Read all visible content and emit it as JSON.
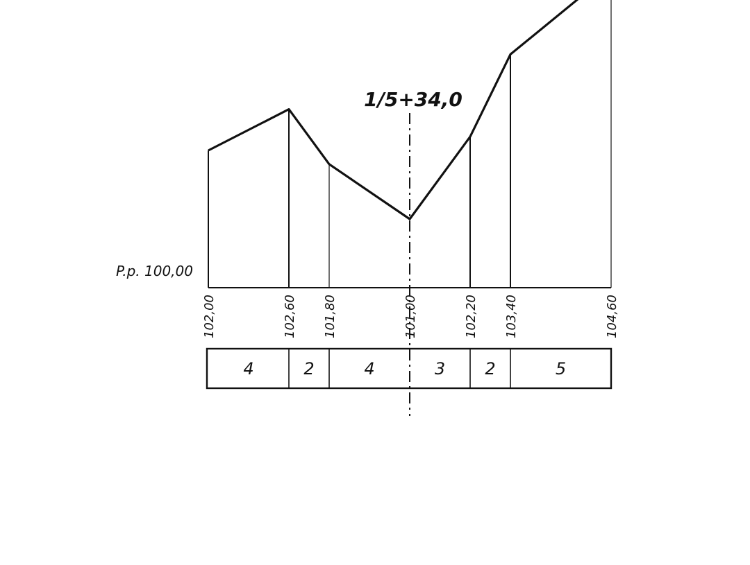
{
  "station": {
    "label": "1/5+34,0",
    "x": 101.0
  },
  "datum": {
    "label": "P.p. 100,00",
    "elevation": 100.0
  },
  "profile": {
    "points": [
      {
        "x": 0,
        "elevation": 102.0,
        "label": "102,00"
      },
      {
        "x": 4,
        "elevation": 102.6,
        "label": "102,60"
      },
      {
        "x": 6,
        "elevation": 101.8,
        "label": "101,80"
      },
      {
        "x": 10,
        "elevation": 101.0,
        "label": "101,00"
      },
      {
        "x": 13,
        "elevation": 102.2,
        "label": "102,20"
      },
      {
        "x": 15,
        "elevation": 103.4,
        "label": "103,40"
      },
      {
        "x": 20,
        "elevation": 104.6,
        "label": "104,60"
      }
    ]
  },
  "distances": [
    {
      "label": "4"
    },
    {
      "label": "2"
    },
    {
      "label": "4"
    },
    {
      "label": "3"
    },
    {
      "label": "2"
    },
    {
      "label": "5"
    }
  ]
}
